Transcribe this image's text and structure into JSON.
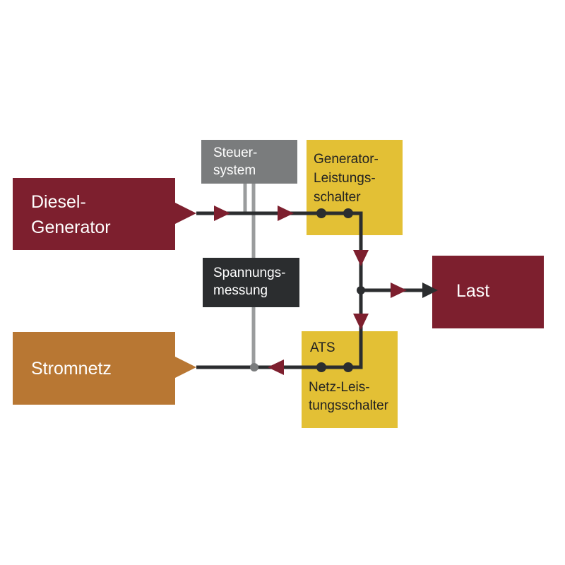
{
  "nodes": {
    "diesel": {
      "line1": "Diesel-",
      "line2": "Generator"
    },
    "control": {
      "line1": "Steuer-",
      "line2": "system"
    },
    "gen_breaker": {
      "line1": "Generator-",
      "line2": "Leistungs-",
      "line3": "schalter"
    },
    "voltage": {
      "line1": "Spannungs-",
      "line2": "messung"
    },
    "load": {
      "label": "Last"
    },
    "grid": {
      "label": "Stromnetz"
    },
    "ats": {
      "title": "ATS",
      "line1": "Netz-Leis-",
      "line2": "tungsschalter"
    }
  },
  "colors": {
    "maroon": "#7d1f2e",
    "orange": "#b87733",
    "yellow": "#e3c035",
    "gray": "#7a7c7d",
    "dark": "#2b2d2f",
    "line": "#2b2d2f",
    "signal": "#9a9c9d"
  }
}
